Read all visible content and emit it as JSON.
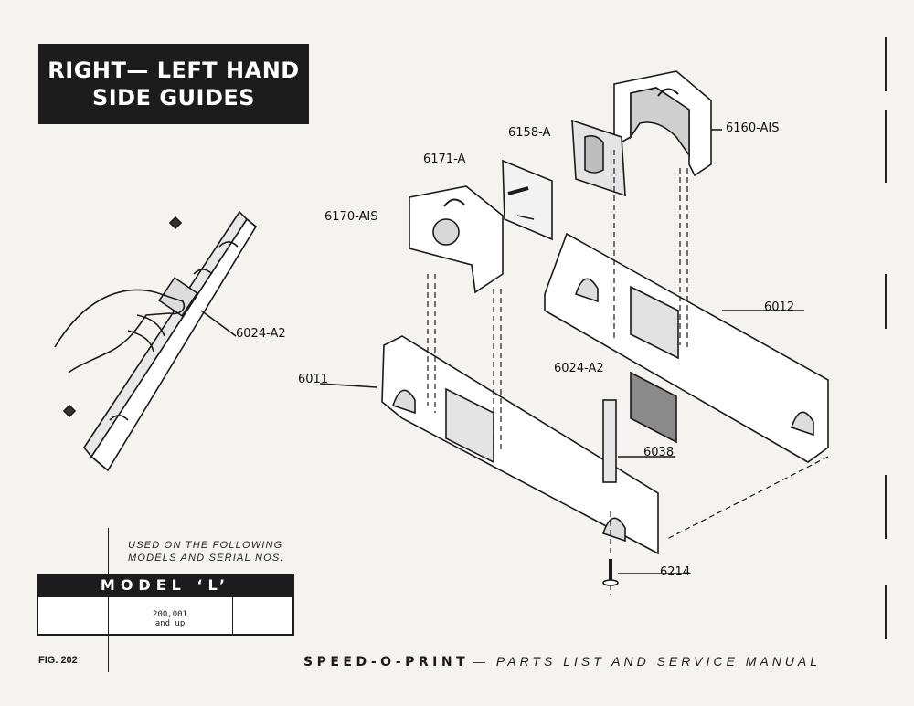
{
  "title": {
    "line1": "RIGHT— LEFT HAND",
    "line2": "SIDE GUIDES"
  },
  "used_on": {
    "line1": "USED ON THE FOLLOWING",
    "line2": "MODELS AND SERIAL NOS."
  },
  "model": {
    "header": "MODEL ‘L’",
    "serial_line1": "200,001",
    "serial_line2": "and up"
  },
  "figure": "FIG. 202",
  "footer": {
    "brand": "SPEED-O-PRINT",
    "rest": "— PARTS LIST AND SERVICE MANUAL"
  },
  "parts": {
    "p6160": "6160-AIS",
    "p6158": "6158-A",
    "p6171": "6171-A",
    "p6170": "6170-AIS",
    "p6012": "6012",
    "p6024_left": "6024-A2",
    "p6024_right": "6024-A2",
    "p6011": "6011",
    "p6038": "6038",
    "p6214": "6214"
  }
}
